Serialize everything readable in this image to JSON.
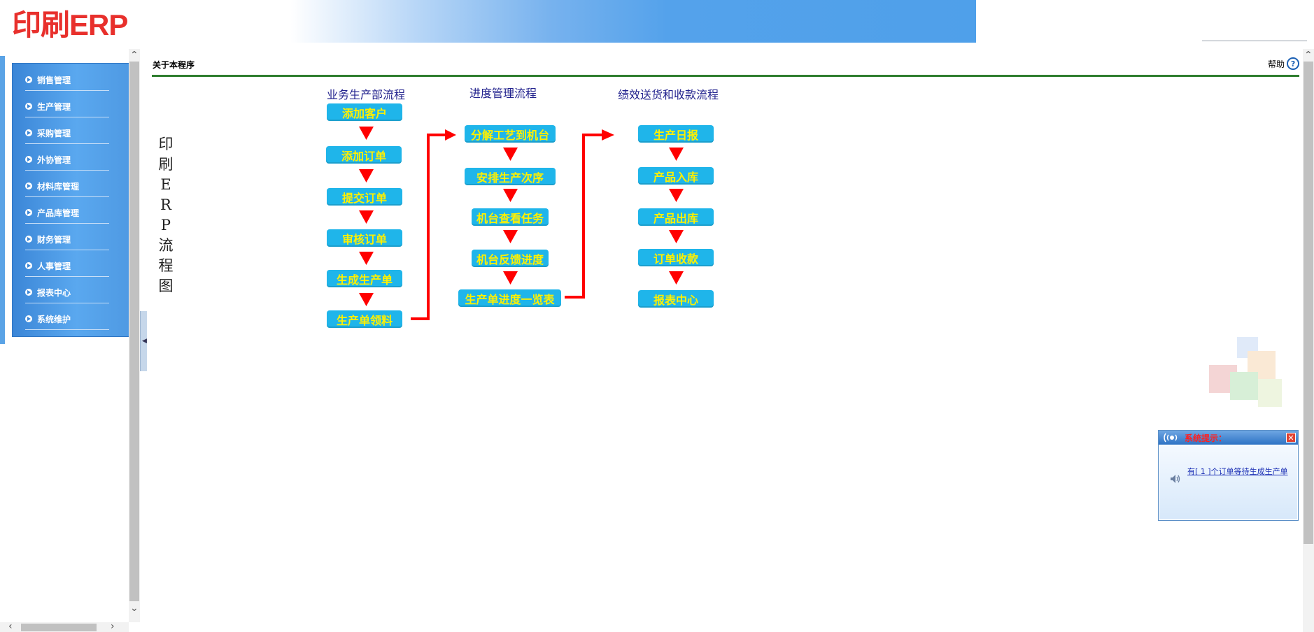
{
  "header": {
    "logo": "印刷ERP"
  },
  "sidebar": {
    "items": [
      {
        "label": "销售管理"
      },
      {
        "label": "生产管理"
      },
      {
        "label": "采购管理"
      },
      {
        "label": "外协管理"
      },
      {
        "label": "材料库管理"
      },
      {
        "label": "产品库管理"
      },
      {
        "label": "财务管理"
      },
      {
        "label": "人事管理"
      },
      {
        "label": "报表中心"
      },
      {
        "label": "系统维护"
      }
    ]
  },
  "main": {
    "title": "关于本程序",
    "help_label": "帮助",
    "vertical_title": [
      "印",
      "刷",
      "E",
      "R",
      "P",
      "流",
      "程",
      "图"
    ],
    "columns": [
      {
        "title": "业务生产部流程",
        "steps": [
          "添加客户",
          "添加订单",
          "提交订单",
          "审核订单",
          "生成生产单",
          "生产单领料"
        ]
      },
      {
        "title": "进度管理流程",
        "steps": [
          "分解工艺到机台",
          "安排生产次序",
          "机台查看任务",
          "机台反馈进度",
          "生产单进度一览表"
        ]
      },
      {
        "title": "绩效送货和收款流程",
        "steps": [
          "生产日报",
          "产品入库",
          "产品出库",
          "订单收款",
          "报表中心"
        ]
      }
    ]
  },
  "notice": {
    "title": "系统提示：",
    "message": "有[ 1 ]个订单等待生成生产单"
  },
  "colors": {
    "logo": "#e8302c",
    "step_bg": "#1fb5ea",
    "step_text": "#fff000",
    "arrow": "#ff0000",
    "divider": "#2e7d2e",
    "menu_bg": "#4f9ae3"
  }
}
